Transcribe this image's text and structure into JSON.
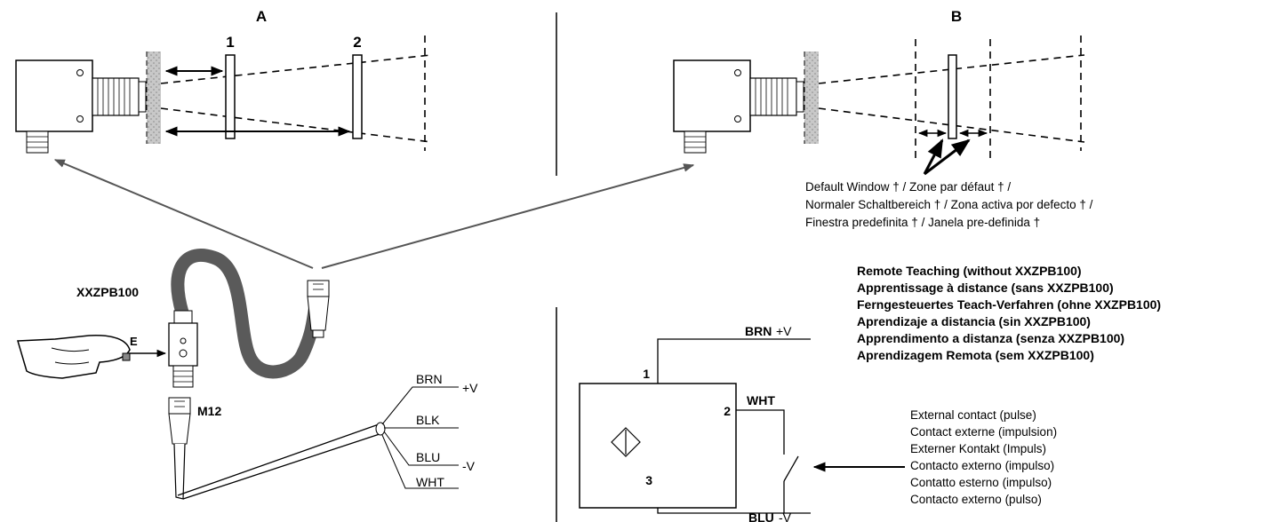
{
  "panels": {
    "a_label": "A",
    "b_label": "B",
    "pos1": "1",
    "pos2": "2"
  },
  "default_window": {
    "line1": "Default Window † / Zone par défaut † /",
    "line2": "Normaler Schaltbereich † / Zona activa por defecto † /",
    "line3": "Finestra predefinita † / Janela pre-definida †"
  },
  "cable": {
    "adapter_label": "XXZPB100",
    "connector_label": "M12",
    "button_label": "E",
    "wires": [
      {
        "name": "BRN",
        "pol": "+V"
      },
      {
        "name": "BLK",
        "pol": ""
      },
      {
        "name": "BLU",
        "pol": "-V"
      },
      {
        "name": "WHT",
        "pol": ""
      }
    ]
  },
  "remote_teaching": [
    "Remote Teaching (without XXZPB100)",
    "Apprentissage à distance (sans XXZPB100)",
    "Ferngesteuertes Teach-Verfahren (ohne XXZPB100)",
    "Aprendizaje a distancia (sin XXZPB100)",
    "Apprendimento a distanza (senza XXZPB100)",
    "Aprendizagem Remota (sem XXZPB100)"
  ],
  "wiring": {
    "pin1": "1",
    "pin2": "2",
    "pin3": "3",
    "brn": "BRN",
    "brn_pol": "+V",
    "wht": "WHT",
    "blu": "BLU",
    "blu_pol": "-V"
  },
  "external_contact": [
    "External contact (pulse)",
    "Contact externe (impulsion)",
    "Externer Kontakt (Impuls)",
    "Contacto externo (impulso)",
    "Contatto esterno (impulso)",
    "Contacto externo (pulso)"
  ]
}
